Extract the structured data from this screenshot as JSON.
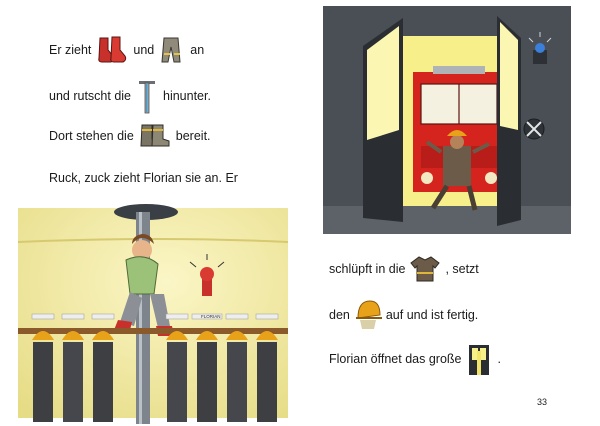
{
  "left_page": {
    "line1": {
      "a": "Er zieht",
      "b": "und",
      "c": "an"
    },
    "line2": {
      "a": "und rutscht die",
      "b": "hinunter."
    },
    "line3": {
      "a": "Dort stehen die",
      "b": "bereit."
    },
    "line4": {
      "a": "Ruck, zuck zieht Florian sie an. Er"
    },
    "hook_labels": [
      "",
      "",
      "",
      "",
      "",
      "FLORIAN",
      "",
      ""
    ]
  },
  "right_page": {
    "line1": {
      "a": "schlüpft in die",
      "b": ", setzt"
    },
    "line2": {
      "a": "den",
      "b": "auf und ist fertig."
    },
    "line3": {
      "a": "Florian öffnet das große",
      "b": "."
    },
    "page_number": "33"
  },
  "icons": [
    "socks-icon",
    "trousers-icon",
    "fire-pole-icon",
    "boots-icon",
    "jacket-icon",
    "helmet-icon",
    "door-icon"
  ],
  "colors": {
    "sock_red": "#c8302c",
    "helmet_yellow": "#e8a21a",
    "truck_red": "#d5231e",
    "wall_yellow": "#f2ea9a",
    "garage_gray": "#4a4f55"
  }
}
